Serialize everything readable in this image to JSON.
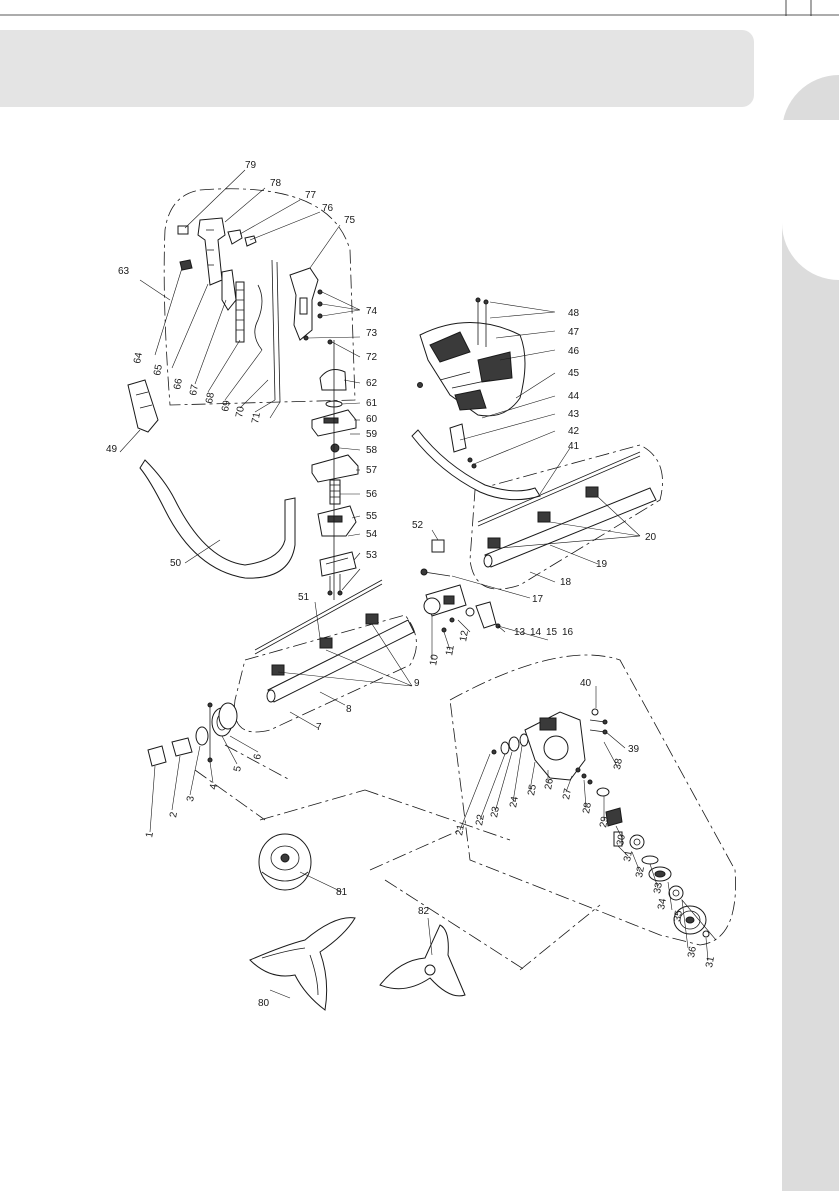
{
  "labels": [
    {
      "id": "79",
      "text": "79"
    },
    {
      "id": "78",
      "text": "78"
    },
    {
      "id": "77",
      "text": "77"
    },
    {
      "id": "76",
      "text": "76"
    },
    {
      "id": "75",
      "text": "75"
    },
    {
      "id": "74",
      "text": "74"
    },
    {
      "id": "73",
      "text": "73"
    },
    {
      "id": "72",
      "text": "72"
    },
    {
      "id": "63",
      "text": "63"
    },
    {
      "id": "64",
      "text": "64"
    },
    {
      "id": "65",
      "text": "65"
    },
    {
      "id": "66",
      "text": "66"
    },
    {
      "id": "67",
      "text": "67"
    },
    {
      "id": "68",
      "text": "68"
    },
    {
      "id": "69",
      "text": "69"
    },
    {
      "id": "70",
      "text": "70"
    },
    {
      "id": "71",
      "text": "71"
    },
    {
      "id": "62",
      "text": "62"
    },
    {
      "id": "61",
      "text": "61"
    },
    {
      "id": "60",
      "text": "60"
    },
    {
      "id": "59",
      "text": "59"
    },
    {
      "id": "58",
      "text": "58"
    },
    {
      "id": "57",
      "text": "57"
    },
    {
      "id": "56",
      "text": "56"
    },
    {
      "id": "55",
      "text": "55"
    },
    {
      "id": "54",
      "text": "54"
    },
    {
      "id": "53",
      "text": "53"
    },
    {
      "id": "49",
      "text": "49"
    },
    {
      "id": "50",
      "text": "50"
    },
    {
      "id": "48",
      "text": "48"
    },
    {
      "id": "47",
      "text": "47"
    },
    {
      "id": "46",
      "text": "46"
    },
    {
      "id": "45",
      "text": "45"
    },
    {
      "id": "44",
      "text": "44"
    },
    {
      "id": "43",
      "text": "43"
    },
    {
      "id": "42",
      "text": "42"
    },
    {
      "id": "41",
      "text": "41"
    },
    {
      "id": "20",
      "text": "20"
    },
    {
      "id": "19",
      "text": "19"
    },
    {
      "id": "18",
      "text": "18"
    },
    {
      "id": "52",
      "text": "52"
    },
    {
      "id": "17",
      "text": "17"
    },
    {
      "id": "51",
      "text": "51"
    },
    {
      "id": "12",
      "text": "12"
    },
    {
      "id": "13",
      "text": "13"
    },
    {
      "id": "14",
      "text": "14"
    },
    {
      "id": "15",
      "text": "15"
    },
    {
      "id": "16",
      "text": "16"
    },
    {
      "id": "11",
      "text": "11"
    },
    {
      "id": "10",
      "text": "10"
    },
    {
      "id": "9",
      "text": "9"
    },
    {
      "id": "8",
      "text": "8"
    },
    {
      "id": "7",
      "text": "7"
    },
    {
      "id": "6",
      "text": "6"
    },
    {
      "id": "5",
      "text": "5"
    },
    {
      "id": "4",
      "text": "4"
    },
    {
      "id": "3",
      "text": "3"
    },
    {
      "id": "2",
      "text": "2"
    },
    {
      "id": "1",
      "text": "1"
    },
    {
      "id": "40",
      "text": "40"
    },
    {
      "id": "39",
      "text": "39"
    },
    {
      "id": "38",
      "text": "38"
    },
    {
      "id": "21",
      "text": "21"
    },
    {
      "id": "22",
      "text": "22"
    },
    {
      "id": "23",
      "text": "23"
    },
    {
      "id": "24",
      "text": "24"
    },
    {
      "id": "25",
      "text": "25"
    },
    {
      "id": "26",
      "text": "26"
    },
    {
      "id": "27",
      "text": "27"
    },
    {
      "id": "28",
      "text": "28"
    },
    {
      "id": "29",
      "text": "29"
    },
    {
      "id": "30",
      "text": "30"
    },
    {
      "id": "31a",
      "text": "31"
    },
    {
      "id": "32",
      "text": "32"
    },
    {
      "id": "33",
      "text": "33"
    },
    {
      "id": "34",
      "text": "34"
    },
    {
      "id": "35",
      "text": "35"
    },
    {
      "id": "36",
      "text": "36"
    },
    {
      "id": "31b",
      "text": "31"
    },
    {
      "id": "81",
      "text": "81"
    },
    {
      "id": "82",
      "text": "82"
    },
    {
      "id": "80",
      "text": "80"
    }
  ]
}
